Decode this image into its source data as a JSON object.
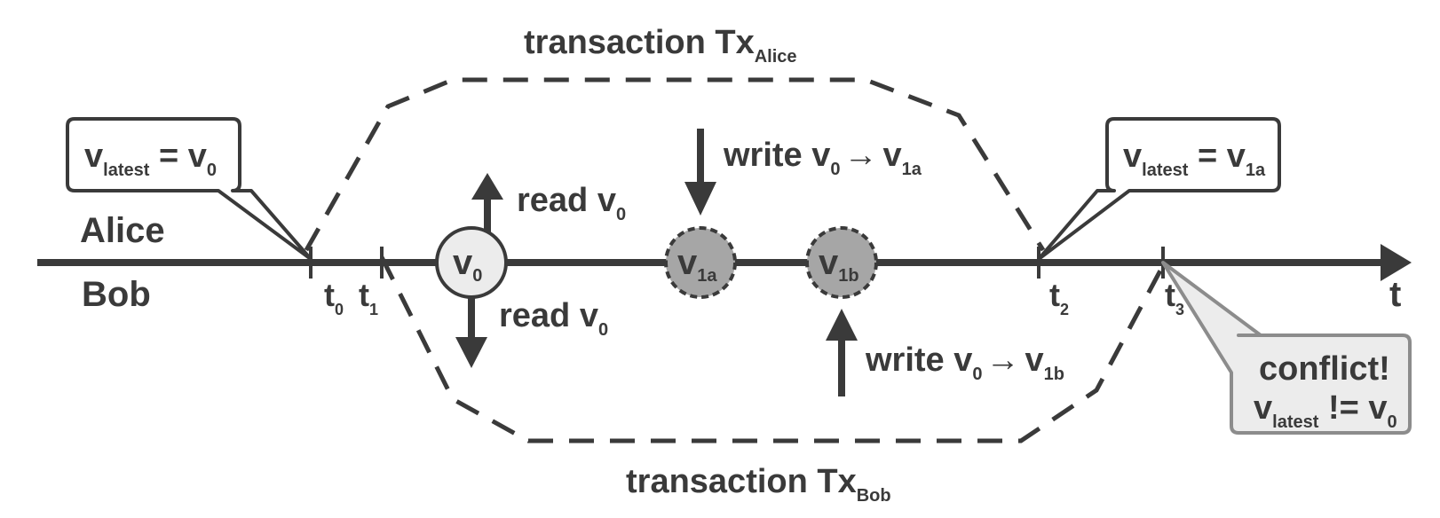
{
  "lanes": {
    "top": "Alice",
    "bottom": "Bob"
  },
  "axis": {
    "label": "t"
  },
  "ticks": [
    {
      "base": "t",
      "sub": "0"
    },
    {
      "base": "t",
      "sub": "1"
    },
    {
      "base": "t",
      "sub": "2"
    },
    {
      "base": "t",
      "sub": "3"
    }
  ],
  "transactions": {
    "alice": {
      "text": "transaction Tx",
      "sub": "Alice"
    },
    "bob": {
      "text": "transaction Tx",
      "sub": "Bob"
    }
  },
  "versions": {
    "v0": {
      "base": "v",
      "sub": "0"
    },
    "v1a": {
      "base": "v",
      "sub": "1a"
    },
    "v1b": {
      "base": "v",
      "sub": "1b"
    }
  },
  "actions": {
    "alice_read": {
      "text": "read v",
      "sub": "0"
    },
    "bob_read": {
      "text": "read v",
      "sub": "0"
    },
    "alice_write": {
      "text": "write v",
      "sub_from": "0",
      "arrow": "→",
      "to": "v",
      "sub_to": "1a"
    },
    "bob_write": {
      "text": "write v",
      "sub_from": "0",
      "arrow": "→",
      "to": "v",
      "sub_to": "1b"
    }
  },
  "callouts": {
    "start": {
      "base": "v",
      "sub": "latest",
      "eq": " = v",
      "val": "0"
    },
    "commit": {
      "base": "v",
      "sub": "latest",
      "eq": " = v",
      "val": "1a"
    },
    "conflict": {
      "title": "conflict!",
      "base": "v",
      "sub": "latest",
      "eq": " != v",
      "val": "0"
    }
  },
  "colors": {
    "ink": "#3a3a3a",
    "version_fill_initial": "#ececec",
    "version_fill_new": "#a6a6a6",
    "conflict_border": "#8c8c8c",
    "conflict_fill": "#ececec"
  }
}
